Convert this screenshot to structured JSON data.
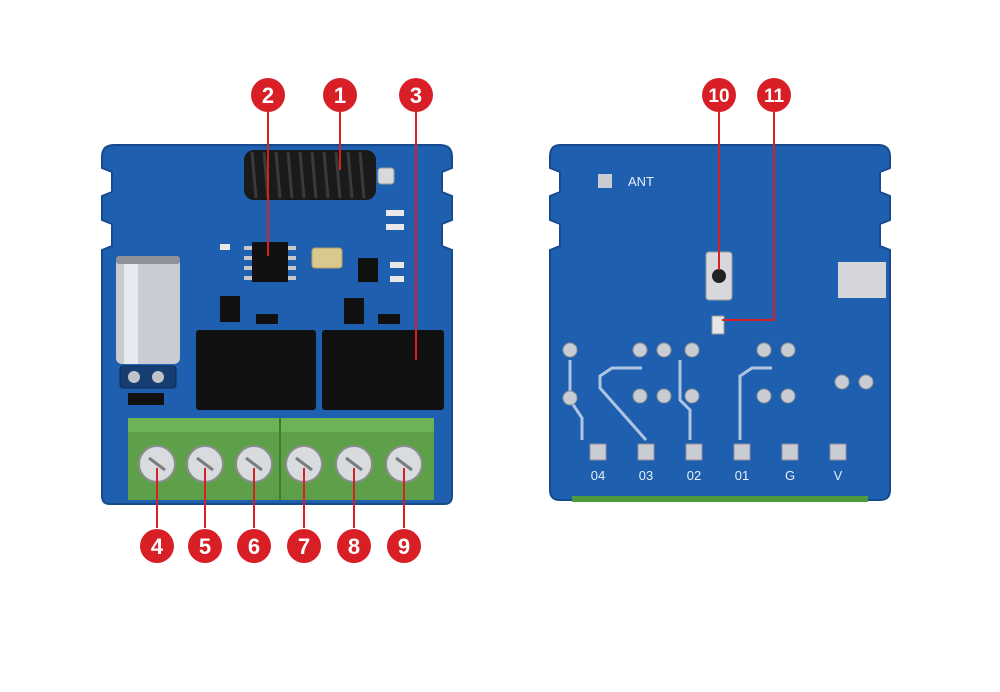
{
  "callouts": [
    {
      "id": "1",
      "label": "1"
    },
    {
      "id": "2",
      "label": "2"
    },
    {
      "id": "3",
      "label": "3"
    },
    {
      "id": "4",
      "label": "4"
    },
    {
      "id": "5",
      "label": "5"
    },
    {
      "id": "6",
      "label": "6"
    },
    {
      "id": "7",
      "label": "7"
    },
    {
      "id": "8",
      "label": "8"
    },
    {
      "id": "9",
      "label": "9"
    },
    {
      "id": "10",
      "label": "10"
    },
    {
      "id": "11",
      "label": "11"
    }
  ],
  "back_labels": {
    "ant": "ANT",
    "pins": [
      "04",
      "03",
      "02",
      "01",
      "G",
      "V"
    ]
  },
  "colors": {
    "pcb": "#1f5fb0",
    "pcb_dark": "#174a8c",
    "callout": "#d81f26",
    "terminal": "#5ea04a",
    "relay": "#111111",
    "silk": "#e8eef8"
  }
}
